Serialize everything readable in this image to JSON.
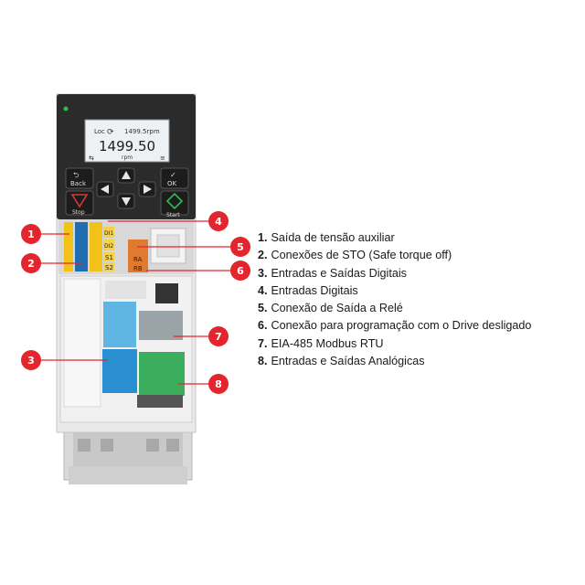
{
  "keypad": {
    "status_left": "Loc",
    "speed_small": "1499.5rpm",
    "main_value": "1499.50",
    "unit": "rpm",
    "back_label": "Back",
    "ok_label": "OK",
    "stop_label": "Stop",
    "start_label": "Start"
  },
  "terminals": {
    "di1": "DI1",
    "di2": "DI2",
    "s1": "S1",
    "s2": "S2",
    "ra": "RA",
    "rb": "RB"
  },
  "markers": [
    "1",
    "2",
    "3",
    "4",
    "5",
    "6",
    "7",
    "8"
  ],
  "legend": [
    {
      "num": "1.",
      "text": "Saída de tensão auxiliar"
    },
    {
      "num": "2.",
      "text": "Conexões de STO (Safe torque off)"
    },
    {
      "num": "3.",
      "text": "Entradas e Saídas Digitais"
    },
    {
      "num": "4.",
      "text": "Entradas Digitais"
    },
    {
      "num": "5.",
      "text": "Conexão de Saída a Relé"
    },
    {
      "num": "6.",
      "text": "Conexão para programação com o Drive desligado"
    },
    {
      "num": "7.",
      "text": "EIA-485 Modbus RTU"
    },
    {
      "num": "8.",
      "text": "Entradas e Saídas Analógicas"
    }
  ],
  "colors": {
    "marker": "#e3262e",
    "yellow_terminal": "#f2c21b",
    "blue_terminal": "#2a8fd0",
    "green_terminal": "#3aae5c",
    "panel": "#2b2b2b"
  }
}
